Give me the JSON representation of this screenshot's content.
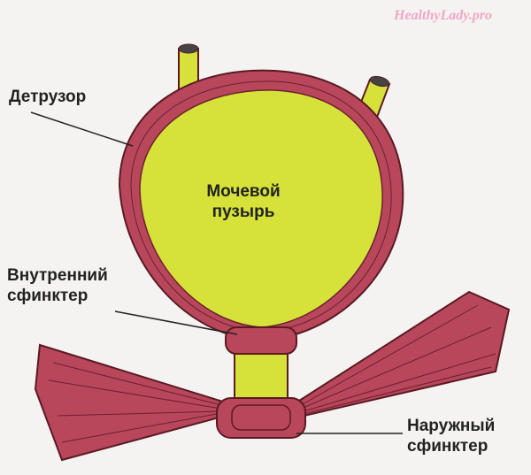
{
  "watermark": "HealthyLady.pro",
  "labels": {
    "detrusor": "Детрузор",
    "bladder_line1": "Мочевой",
    "bladder_line2": "пузырь",
    "internal_line1": "Внутренний",
    "internal_line2": "сфинктер",
    "external_line1": "Наружный",
    "external_line2": "сфинктер"
  },
  "colors": {
    "bladder": "#d6e23a",
    "muscle": "#b8475c",
    "outline": "#5a1a22"
  }
}
